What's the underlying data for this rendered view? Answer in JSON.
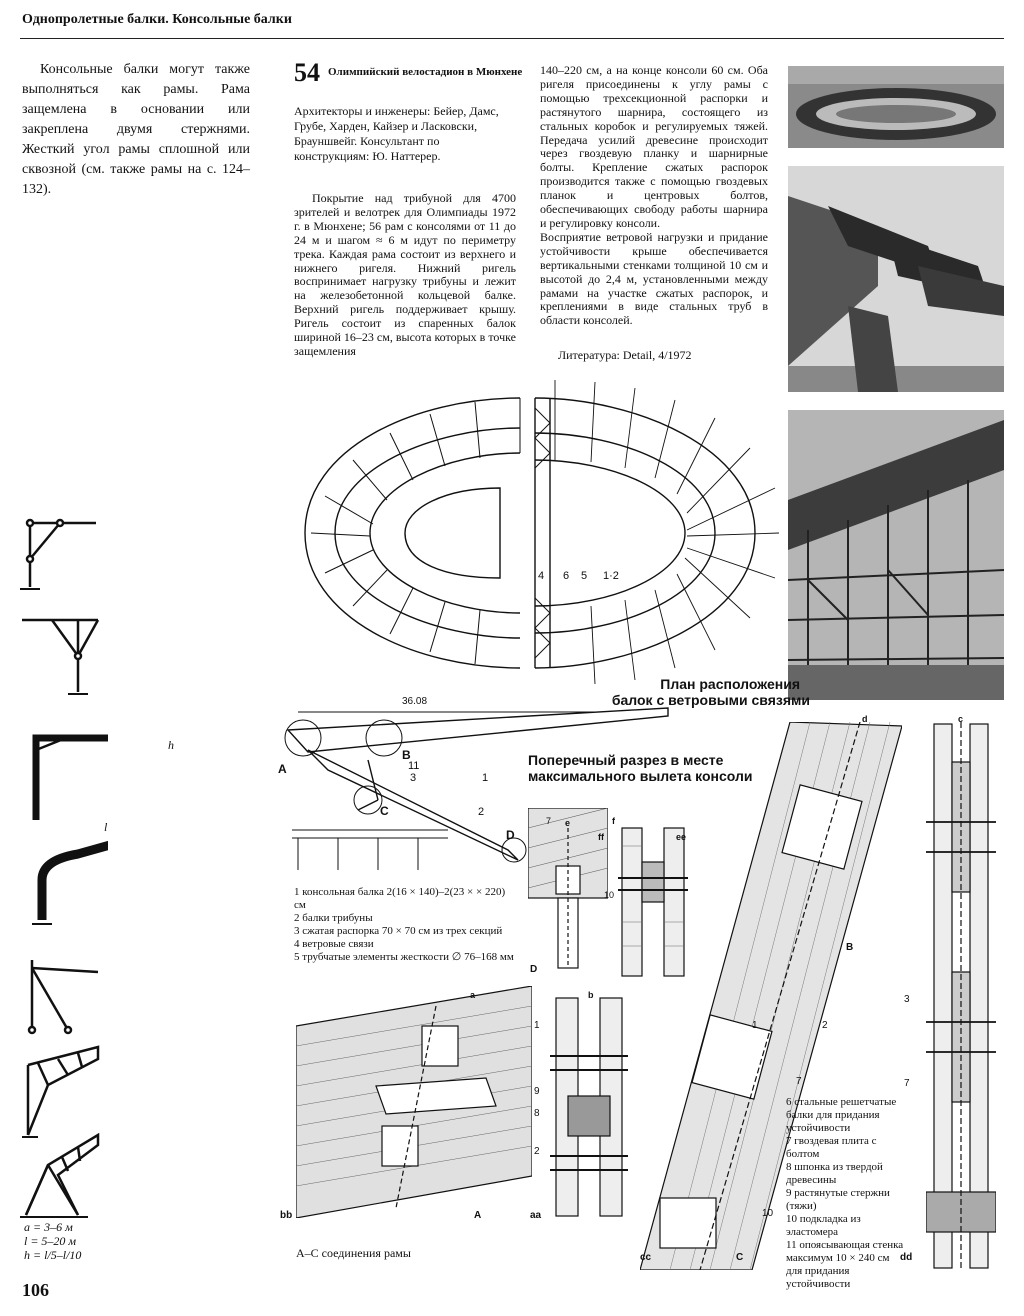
{
  "header": {
    "running_title": "Однопролетные балки. Консольные балки"
  },
  "intro_text": "Консольные балки могут также выполняться как рамы. Рама защемлена в основании или закреплена двумя стержнями. Жесткий угол рамы сплошной или сквозной (см. также рамы на с. 124–132).",
  "project": {
    "number": "54",
    "title": "Олимпийский велостадион в Мюнхене",
    "credits": "Архитекторы и инженеры: Бейер, Дамс, Грубе, Харден, Кайзер и Ласковски, Браунш­вейг. Консультант по конструкциям: Ю. Наттерер.",
    "body_col1": "Покрытие над трибуной для 4700 зрителей и велотрек для Олимпиады 1972 г. в Мюнхене; 56 рам с консолями от 11 до 24 м и шагом ≈ 6 м идут по периметру трека. Каждая рама состоит из верхнего и нижнего ригеля. Нижний ригель воспринимает нагрузку трибуны и лежит на железобетонной кольцевой балке. Верхний ригель поддерживает крышу. Ригель состоит из спаренных балок шириной 16–23 см, высота которых в точке защемления",
    "body_col2": "140–220 см, а на конце консоли 60 см. Оба ригеля присоединены к углу рамы с помощью трехсекционной распорки и растянутого шарнира, состоящего из стальных коробок и регулируемых тяжей. Передача усилий древесине происходит через гвоздевую планку и шарнирные болты. Крепление сжатых распорок производится также с помощью гвоздевых планок и центровых болтов, обеспечивающих свободу работы шарнира и регулировку консоли.\n    Восприятие ветровой нагрузки и придание устойчивости крыше обеспечивается вертикальными стенками толщиной 10 см и высотой до 2,4 м, установленными между рамами на участке сжатых распорок, и креплениями в виде стальных труб в области консолей.",
    "literature": "Литература: Detail, 4/1972"
  },
  "plan": {
    "caption_line1": "План расположения",
    "caption_line2": "балок с ветровыми связями",
    "labels": [
      "4",
      "6",
      "5",
      "1·2"
    ]
  },
  "section": {
    "caption_line1": "Поперечный разрез в месте",
    "caption_line2": "максимального вылета консоли",
    "dimension": "36.08",
    "point_labels": [
      "A",
      "B",
      "C",
      "D"
    ],
    "numbers": [
      "11",
      "3",
      "1",
      "2"
    ]
  },
  "legend_left": [
    "1 консольная балка 2(16 × 140)–2(23 × × 220) см",
    "2 балки трибуны",
    "3 сжатая распорка 70 × 70 см из трех секций",
    "4 ветровые связи",
    "5 трубчатые элементы жесткости ∅ 76–168 мм"
  ],
  "legend_right": [
    "6 стальные решетчатые балки для придания устойчивости",
    "7 гвоздевая плита с болтом",
    "8 шпонка из твердой древесины",
    "9 растянутые стержни (тяжи)",
    "10 подкладка из эластомера",
    "11 опоясывающая стенка максимум 10 × 240 см для придания устойчивости"
  ],
  "joints_caption": "А–С соединения рамы",
  "detail_labels": {
    "bb": "bb",
    "aa": "aa",
    "cc": "cc",
    "dd": "dd",
    "ee": "ee",
    "ff": "ff",
    "A": "A",
    "B": "B",
    "C": "C",
    "D": "D",
    "a": "a",
    "b": "b",
    "c": "c",
    "d": "d",
    "e": "e",
    "f": "f",
    "n1": "1",
    "n2": "2",
    "n3": "3",
    "n7": "7",
    "n8": "8",
    "n9": "9",
    "n10": "10"
  },
  "diagram_h": "h",
  "diagram_l": "l",
  "dimensions": [
    "a = 3–6 м",
    "l = 5–20 м",
    "h = l/5–l/10"
  ],
  "page_number": "106"
}
